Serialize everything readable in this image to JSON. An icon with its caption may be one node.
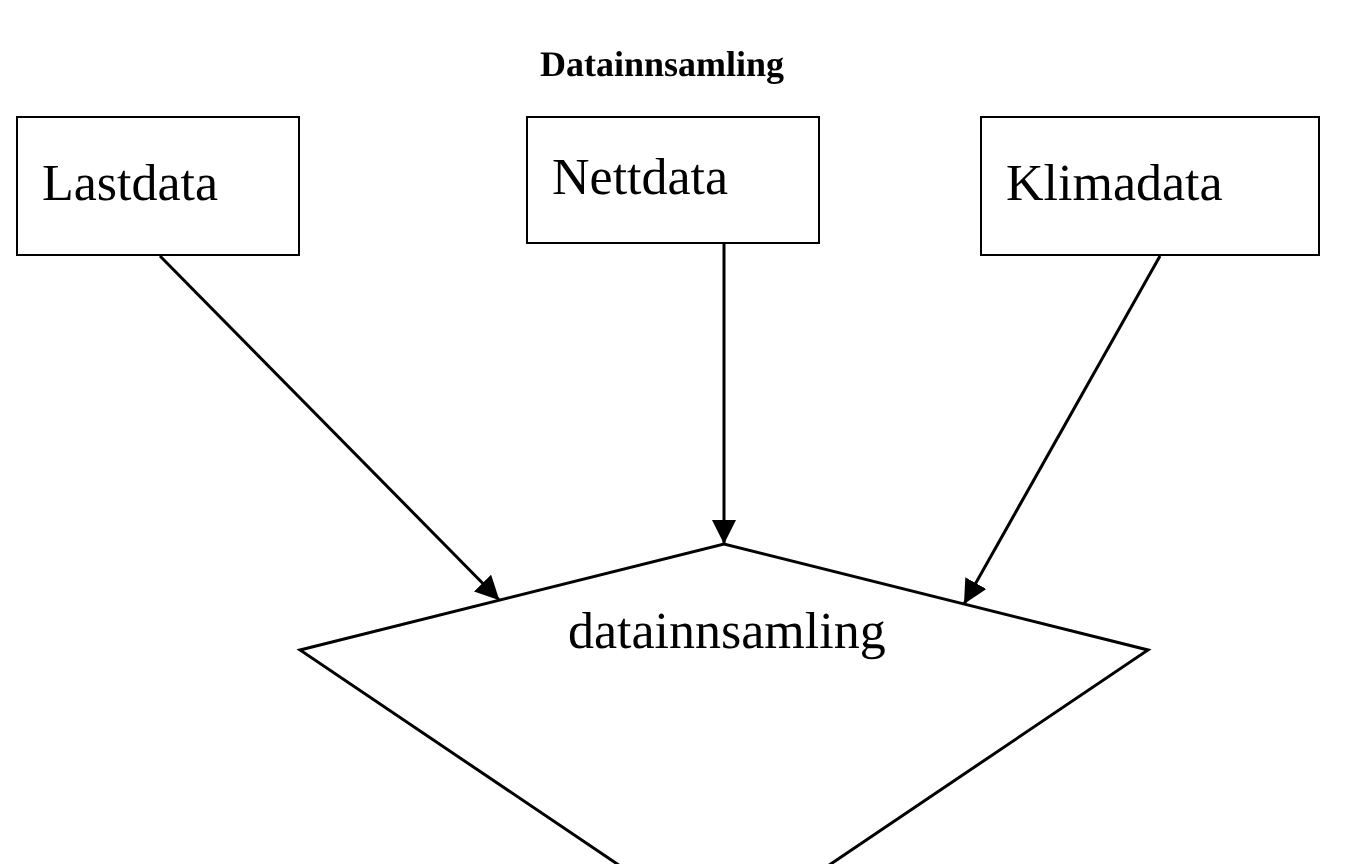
{
  "diagram": {
    "title": "Datainnsamling",
    "nodes": [
      {
        "text": [
          "Lastdata"
        ]
      },
      {
        "text": [
          "Nettdata"
        ]
      },
      {
        "text": [
          "Klimadata"
        ]
      },
      {
        "text": [
          "datainnsamling"
        ]
      }
    ],
    "edges": [
      {
        "from": 0,
        "to": 3,
        "arrow": "to"
      },
      {
        "from": 1,
        "to": 3,
        "arrow": "to"
      },
      {
        "from": 2,
        "to": 3,
        "arrow": "to"
      }
    ]
  }
}
